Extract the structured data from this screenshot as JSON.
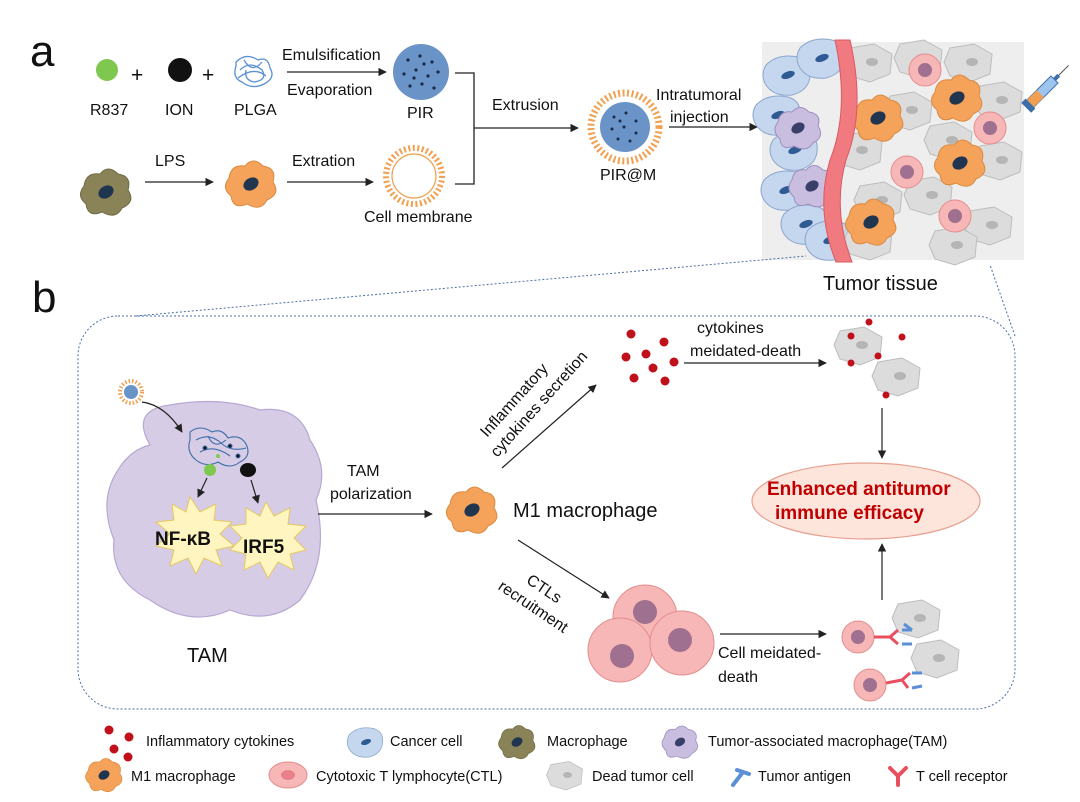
{
  "panel_a": {
    "letter": "a",
    "r837": "R837",
    "ion": "ION",
    "plga": "PLGA",
    "plus": "+",
    "emulsification": "Emulsification",
    "evaporation": "Evaporation",
    "pir": "PIR",
    "lps": "LPS",
    "extration": "Extration",
    "cell_membrane": "Cell membrane",
    "extrusion": "Extrusion",
    "pir_m": "PIR@M",
    "intratumoral": "Intratumoral",
    "injection": "injection",
    "tumor_tissue": "Tumor tissue"
  },
  "panel_b": {
    "letter": "b",
    "nfkb": "NF-κB",
    "irf5": "IRF5",
    "tam": "TAM",
    "tam_polarization_1": "TAM",
    "tam_polarization_2": "polarization",
    "m1_macrophage": "M1 macrophage",
    "inflammatory_1": "Inflammatory",
    "inflammatory_2": "cytokines secretion",
    "cytokines_1": "cytokines",
    "cytokines_2": "meidated-death",
    "enhanced_1": "Enhanced antitumor",
    "enhanced_2": "immune efficacy",
    "ctls_1": "CTLs",
    "ctls_2": "recruitment",
    "cell_meidated_1": "Cell meidated-",
    "cell_meidated_2": "death"
  },
  "legend": {
    "inflammatory_cytokines": "Inflammatory cytokines",
    "cancer_cell": "Cancer cell",
    "macrophage": "Macrophage",
    "tam": "Tumor-associated macrophage(TAM)",
    "m1_macrophage": "M1 macrophage",
    "ctl": "Cytotoxic T lymphocyte(CTL)",
    "dead_tumor_cell": "Dead tumor cell",
    "tumor_antigen": "Tumor antigen",
    "tcr": "T cell receptor"
  },
  "colors": {
    "r837": "#7ec850",
    "ion": "#111111",
    "plga": "#5b8fd6",
    "pir_core": "#6a93c8",
    "membrane": "#f0a050",
    "macrophage": "#8a8358",
    "m1": "#f5a25a",
    "tam": "#cfc3e3",
    "cancer": "#c5d7ee",
    "ctl": "#f7b7b7",
    "dead": "#d9d9d9",
    "cytokine": "#c0101a",
    "vessel": "#f07a80",
    "emphasis_text": "#c00000",
    "emphasis_fill": "#fde5dc"
  },
  "icons": [
    "r837-dot",
    "ion-dot",
    "plga-tangle",
    "pir-nanoparticle",
    "membrane-vesicle",
    "syringe-icon",
    "nfkb-burst",
    "irf5-burst",
    "antigen-icon",
    "receptor-icon"
  ]
}
